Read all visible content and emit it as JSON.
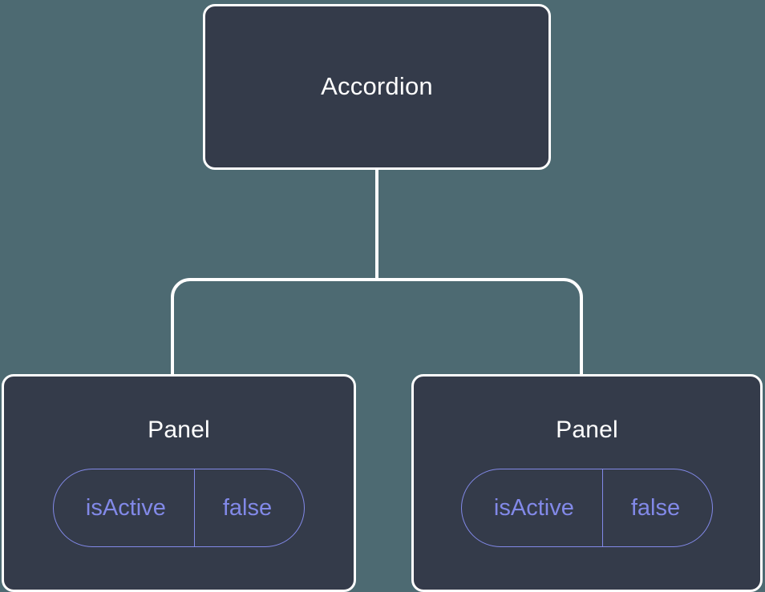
{
  "diagram": {
    "type": "component-tree",
    "background_color": "#4d6a72",
    "node_fill_color": "#343b4a",
    "node_border_color": "#ffffff",
    "edge_color": "#ffffff",
    "prop_accent_color": "#8289e8",
    "title_text_color": "#ffffff"
  },
  "nodes": {
    "root": {
      "label": "Accordion"
    },
    "children": [
      {
        "label": "Panel",
        "prop": {
          "key": "isActive",
          "value": "false"
        }
      },
      {
        "label": "Panel",
        "prop": {
          "key": "isActive",
          "value": "false"
        }
      }
    ]
  }
}
